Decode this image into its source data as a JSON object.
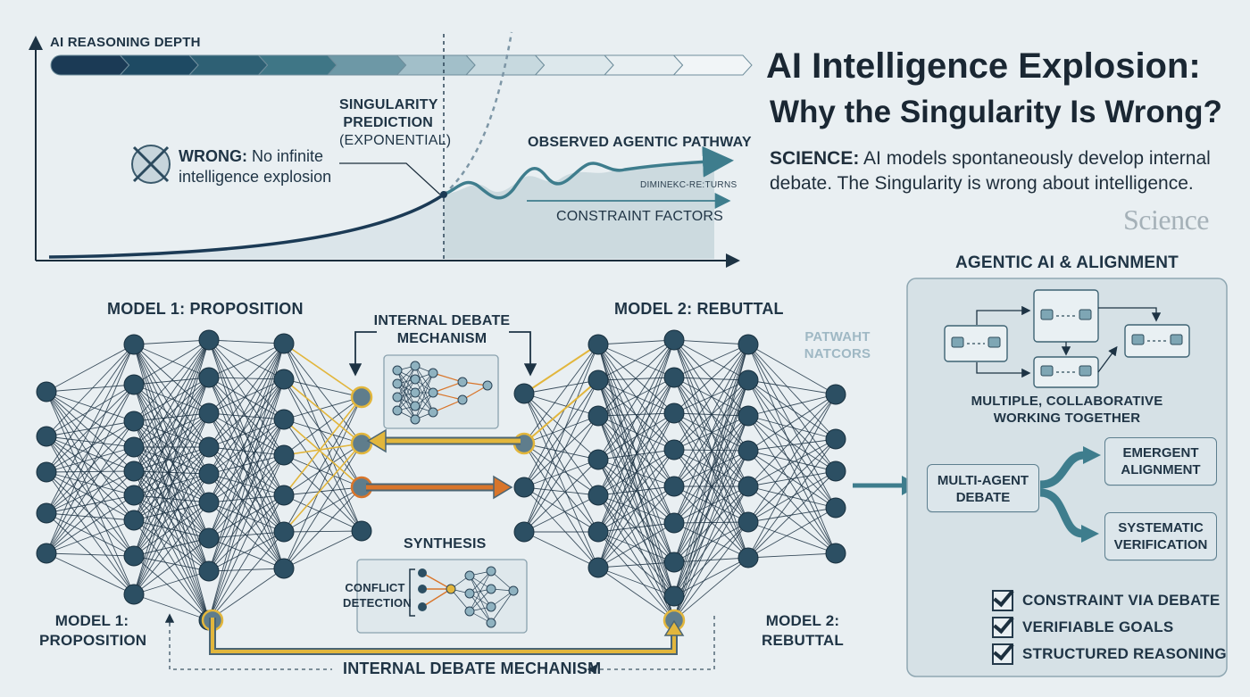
{
  "header": {
    "title_line1": "AI Intelligence Explosion:",
    "title_line2": "Why the Singularity Is Wrong?",
    "science_label": "SCIENCE:",
    "science_text_line1": "AI models spontaneously develop internal",
    "science_text_line2": "debate. The Singularity is wrong about intelligence.",
    "logo_text": "Science"
  },
  "top_chart": {
    "y_axis_label": "AI REASONING DEPTH",
    "singularity_line1": "SINGULARITY",
    "singularity_line2": "PREDICTION",
    "singularity_line3": "(EXPONENTIAL)",
    "wrong_label": "WRONG:",
    "wrong_text_line1": "No infinite",
    "wrong_text_line2": "intelligence explosion",
    "observed_label": "OBSERVED AGENTIC PATHWAY",
    "diminishing_label": "DIMINEKC-RE:TURNS",
    "constraint_label": "CONSTRAINT FACTORS",
    "colors": {
      "dark": "#1b3a55",
      "mid": "#3e7d8d",
      "light": "#b9d0d8"
    }
  },
  "networks": {
    "model1_title": "MODEL 1: PROPOSITION",
    "model2_title": "MODEL 2: REBUTTAL",
    "model1_footer_line1": "MODEL 1:",
    "model1_footer_line2": "PROPOSITION",
    "model2_footer_line1": "MODEL 2:",
    "model2_footer_line2": "REBUTTAL",
    "debate_top_line1": "INTERNAL DEBATE",
    "debate_top_line2": "MECHANISM",
    "synthesis_label": "SYNTHESIS",
    "conflict_line1": "CONFLICT",
    "conflict_line2": "DETECTION",
    "bottom_label": "INTERNAL DEBATE MECHANISM",
    "faded_line1": "PATWAHT",
    "faded_line2": "NATCORS",
    "colors": {
      "node": "#2c4f63",
      "line": "#1d3344",
      "accent_orange": "#e08a2c",
      "accent_yellow": "#e7b83a"
    }
  },
  "agentic": {
    "title": "AGENTIC AI & ALIGNMENT",
    "collab_line1": "MULTIPLE, COLLABORATIVE",
    "collab_line2": "WORKING TOGETHER",
    "debate_box_line1": "MULTI-AGENT",
    "debate_box_line2": "DEBATE",
    "emergent_line1": "EMERGENT",
    "emergent_line2": "ALIGNMENT",
    "verification_line1": "SYSTEMATIC",
    "verification_line2": "VERIFICATION",
    "checklist": [
      "CONSTRAINT VIA DEBATE",
      "VERIFIABLE GOALS",
      "STRUCTURED REASONING"
    ],
    "colors": {
      "teal": "#3e7d8d",
      "panel": "#d6e1e6"
    }
  }
}
